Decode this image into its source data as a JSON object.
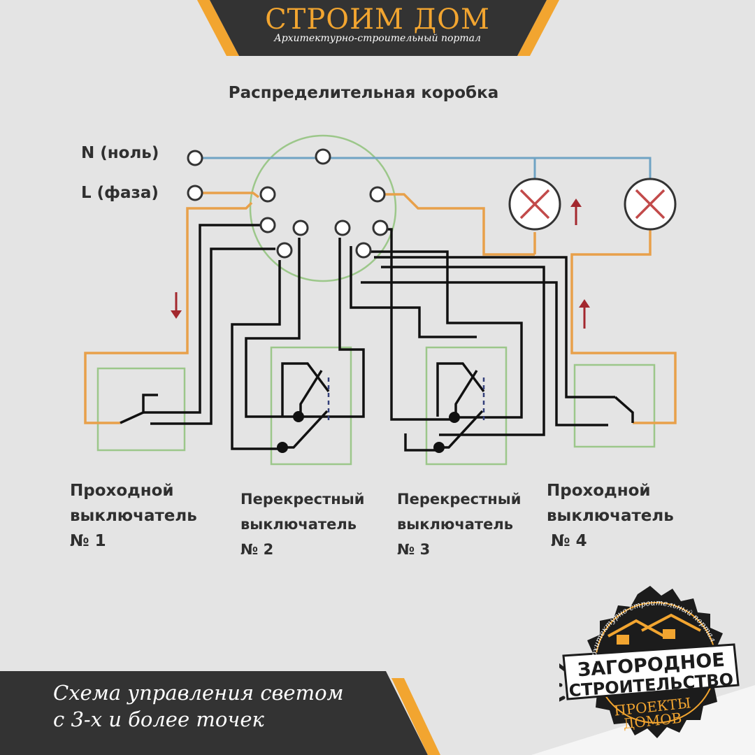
{
  "header": {
    "brand_name": "СТРОИМ ДОМ",
    "brand_tagline": "Архитектурно-строительный портал"
  },
  "diagram": {
    "title": "Распределительная коробка",
    "neutral_label": "N (ноль)",
    "phase_label": "L (фаза)",
    "switches": [
      {
        "line1": "Проходной",
        "line2": "выключатель",
        "line3": "№ 1"
      },
      {
        "line1": "Перекрестный",
        "line2": "выключатель",
        "line3": "№ 2"
      },
      {
        "line1": "Перекрестный",
        "line2": "выключатель",
        "line3": "№ 3"
      },
      {
        "line1": "Проходной",
        "line2": "выключатель",
        "line3": "№ 4"
      }
    ],
    "colors": {
      "neutral_wire": "#6fa3c4",
      "phase_wire": "#e8a04a",
      "signal_wire": "#111111",
      "box_outline": "#9cc78a",
      "lamp_cross": "#c24a4a",
      "arrow": "#a3282e"
    }
  },
  "footer": {
    "caption_line1": "Схема управления светом",
    "caption_line2": "с 3-х и более точек"
  },
  "logo": {
    "arc_text": "Архитектурно-строительный портал",
    "line1": "ЗАГОРОДНОЕ",
    "line2": "СТРОИТЕЛЬСТВО",
    "line3": "ПРОЕКТЫ",
    "line4": "ДОМОВ"
  },
  "palette": {
    "accent": "#f2a530",
    "dark": "#333333",
    "background": "#e4e4e4"
  }
}
